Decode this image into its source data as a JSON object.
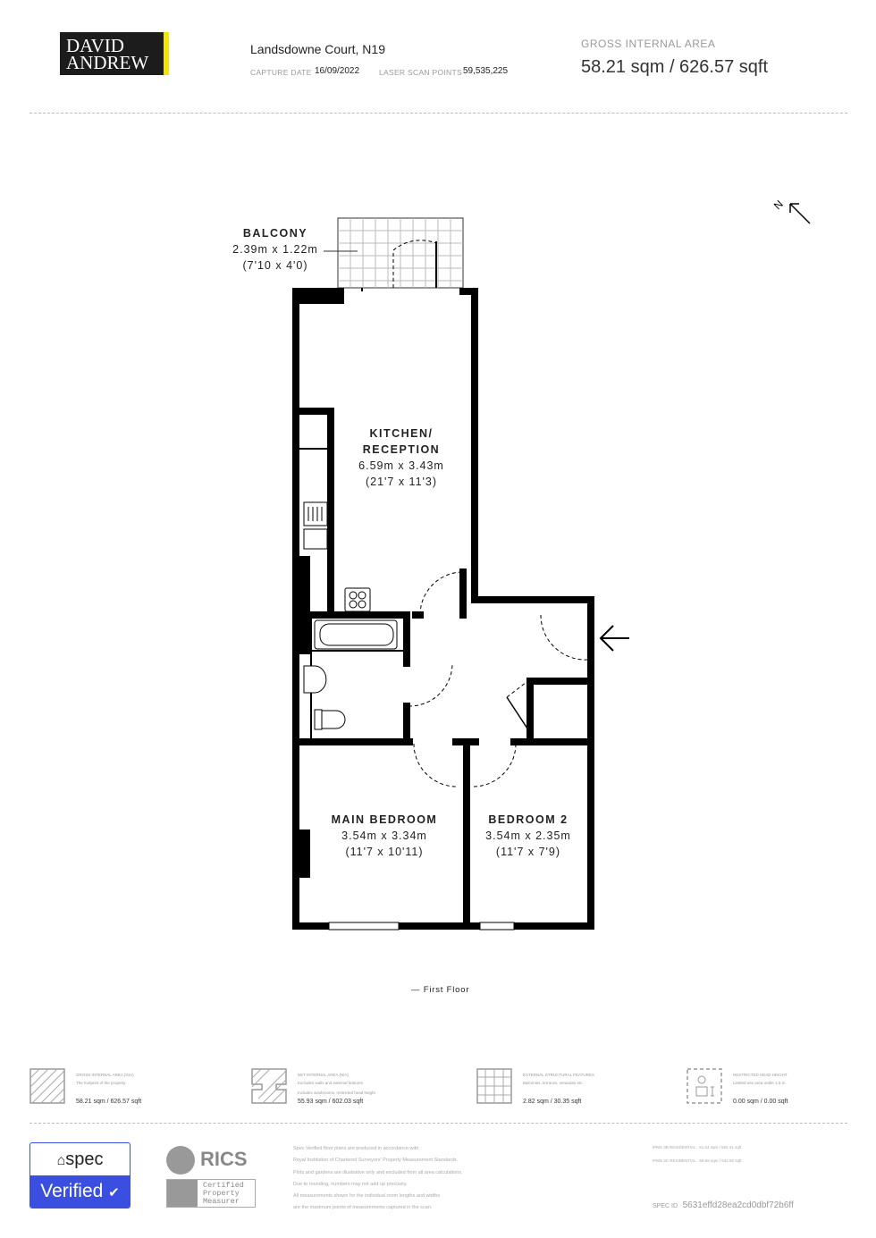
{
  "header": {
    "logo": "DAVID ANDREW",
    "logo_line1": "DAVID",
    "logo_line2": "ANDREW",
    "address": "Landsdowne Court, N19",
    "capture_date_label": "CAPTURE DATE",
    "capture_date": "16/09/2022",
    "scan_points_label": "LASER SCAN POINTS",
    "scan_points": "59,535,225",
    "gia_label": "GROSS INTERNAL AREA",
    "gia_value": "58.21 sqm / 626.57 sqft"
  },
  "plan": {
    "compass": "N",
    "floor_label": "— First Floor",
    "rooms": [
      {
        "name": "BALCONY",
        "metric": "2.39m x 1.22m",
        "imperial": "(7'10 x 4'0)"
      },
      {
        "name": "KITCHEN/",
        "name2": "RECEPTION",
        "metric": "6.59m x 3.43m",
        "imperial": "(21'7 x 11'3)"
      },
      {
        "name": "MAIN BEDROOM",
        "metric": "3.54m x 3.34m",
        "imperial": "(11'7 x 10'11)"
      },
      {
        "name": "BEDROOM 2",
        "metric": "3.54m x 2.35m",
        "imperial": "(11'7 x 7'9)"
      }
    ]
  },
  "legend": [
    {
      "icon": "hatched-square-icon",
      "title": "GROSS INTERNAL AREA (GIA)",
      "desc": "The footprint of the property",
      "desc2": "",
      "value": "58.21 sqm / 626.57 sqft"
    },
    {
      "icon": "hatched-rooms-icon",
      "title": "NET INTERNAL AREA (NIA)",
      "desc": "Excludes walls and external features",
      "desc2": "Includes washrooms, restricted head height",
      "value": "55.93 sqm / 602.03 sqft"
    },
    {
      "icon": "grid-icon",
      "title": "EXTERNAL STRUCTURAL FEATURES",
      "desc": "Balconies, terraces, verandas etc.",
      "desc2": "",
      "value": "2.82 sqm / 30.35 sqft"
    },
    {
      "icon": "person-height-icon",
      "title": "RESTRICTED HEAD HEIGHT",
      "desc": "Limited use area under 1.5 m",
      "desc2": "",
      "value": "0.00 sqm / 0.00 sqft"
    }
  ],
  "footer": {
    "spec_brand": "spec",
    "spec_verified": "Verified",
    "rics": "RICS",
    "rics_cert": "Certified Property Measurer",
    "disclaimer": [
      "Spec Verified floor plans are produced in accordance with",
      "Royal Institution of Chartered Surveyors' Property Measurement Standards.",
      "Plots and gardens are illustrative only and excluded from all area calculations.",
      "Due to rounding, numbers may not add up precisely.",
      "All measurements shown for the individual room lengths and widths",
      "are the maximum points of measurements captured in the scan."
    ],
    "ipms": [
      {
        "label": "IPMS 3B RESIDENTIAL",
        "value": "61.54 sqm / 662.41 sqft"
      },
      {
        "label": "IPMS 3C RESIDENTIAL",
        "value": "59.69 sqm / 642.50 sqft"
      }
    ],
    "spec_id_label": "SPEC ID",
    "spec_id": "5631effd28ea2cd0dbf72b6ff"
  }
}
